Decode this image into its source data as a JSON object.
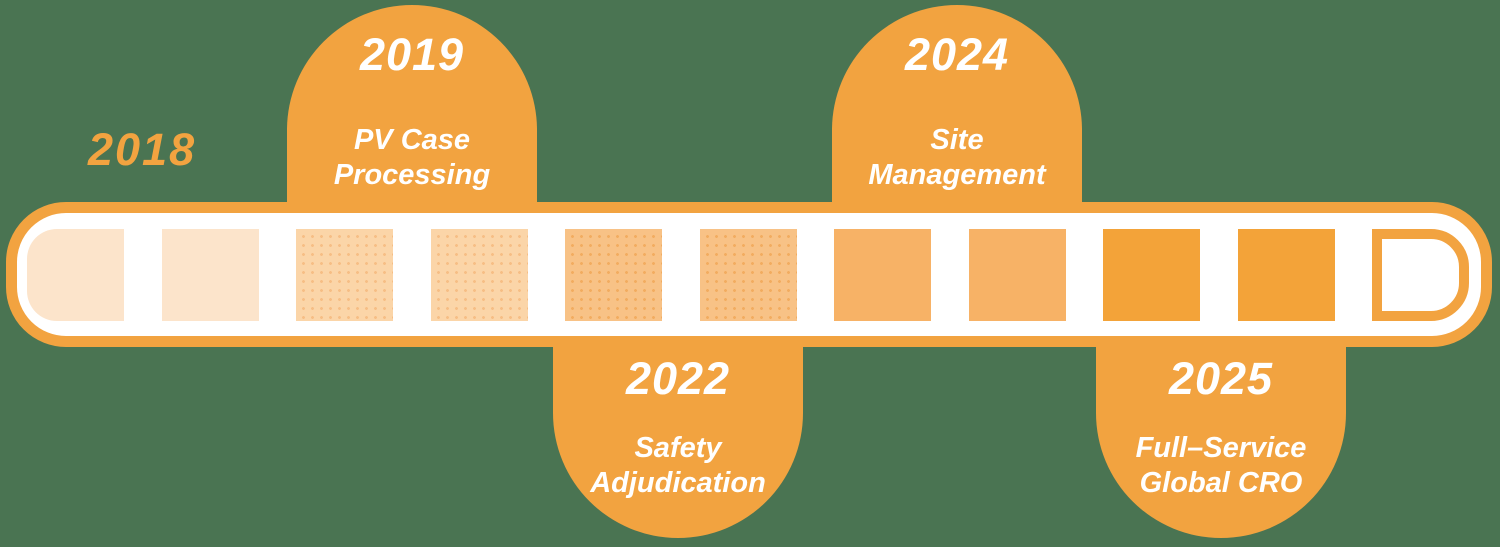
{
  "colors": {
    "background": "#4A7452",
    "accent": "#F2A340",
    "text_on_accent": "#FFFFFF"
  },
  "timeline": {
    "start_year": "2018",
    "milestones": [
      {
        "year": "2019",
        "label": "PV Case Processing",
        "position": "top"
      },
      {
        "year": "2022",
        "label": "Safety Adjudication",
        "position": "bottom"
      },
      {
        "year": "2024",
        "label": "Site Management",
        "position": "top"
      },
      {
        "year": "2025",
        "label": "Full–Service Global CRO",
        "position": "bottom"
      }
    ]
  },
  "progress_bar": {
    "segments": [
      {
        "color": "#FCE4CB",
        "dotted": false
      },
      {
        "color": "#FCE4CB",
        "dotted": false
      },
      {
        "color": "#FBD5A8",
        "dotted": true,
        "dot_color": "#F6BE85"
      },
      {
        "color": "#FBD5A8",
        "dotted": true,
        "dot_color": "#F6BE85"
      },
      {
        "color": "#F8C286",
        "dotted": true,
        "dot_color": "#F2AC60"
      },
      {
        "color": "#F8C286",
        "dotted": true,
        "dot_color": "#F2AC60"
      },
      {
        "color": "#F7B266",
        "dotted": false
      },
      {
        "color": "#F7B266",
        "dotted": false
      },
      {
        "color": "#F3A339",
        "dotted": false
      },
      {
        "color": "#F3A339",
        "dotted": false
      },
      {
        "style": "outlined",
        "color": "#FFFFFF"
      }
    ]
  }
}
